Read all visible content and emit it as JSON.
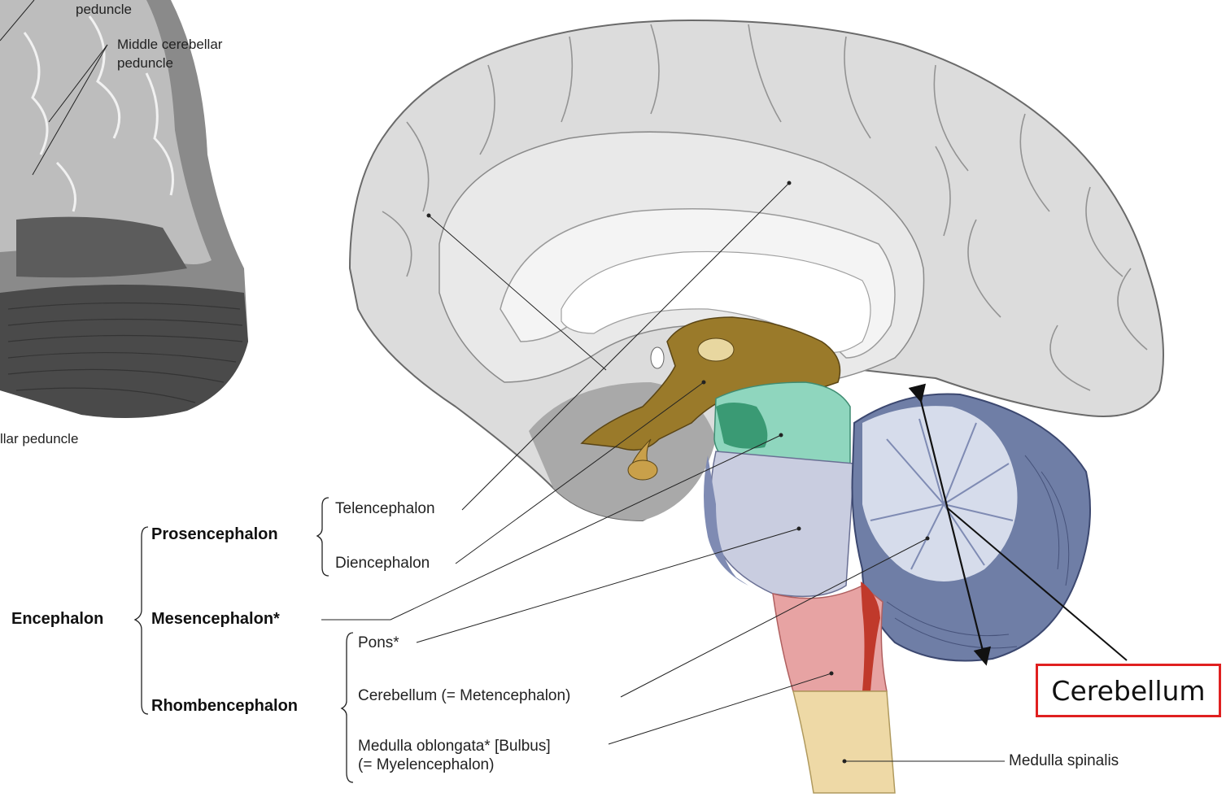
{
  "inset": {
    "labels": {
      "superior_peduncle_tail": "peduncle",
      "middle_peduncle_line1": "Middle cerebellar",
      "middle_peduncle_line2": "peduncle",
      "inferior_peduncle_tail": "llar peduncle"
    }
  },
  "hierarchy": {
    "root": "Encephalon",
    "prosencephalon": "Prosencephalon",
    "mesencephalon": "Mesencephalon*",
    "rhombencephalon": "Rhombencephalon",
    "telencephalon": "Telencephalon",
    "diencephalon": "Diencephalon",
    "pons": "Pons*",
    "cerebellum": "Cerebellum (= Metencephalon)",
    "medulla_line1": "Medulla oblongata* [Bulbus]",
    "medulla_line2": "(= Myelencephalon)",
    "spinal": "Medulla spinalis"
  },
  "callout": {
    "text": "Cerebellum"
  },
  "colors": {
    "cortex": "#dcdcdc",
    "diencephalon": "#9a7a2a",
    "mesencephalon": "#8fd6be",
    "pons": "#c9cde0",
    "cerebellum": "#6f7ea6",
    "medulla": "#e7a3a3",
    "spinal": "#eed9a6",
    "callout_border": "#e02020"
  }
}
